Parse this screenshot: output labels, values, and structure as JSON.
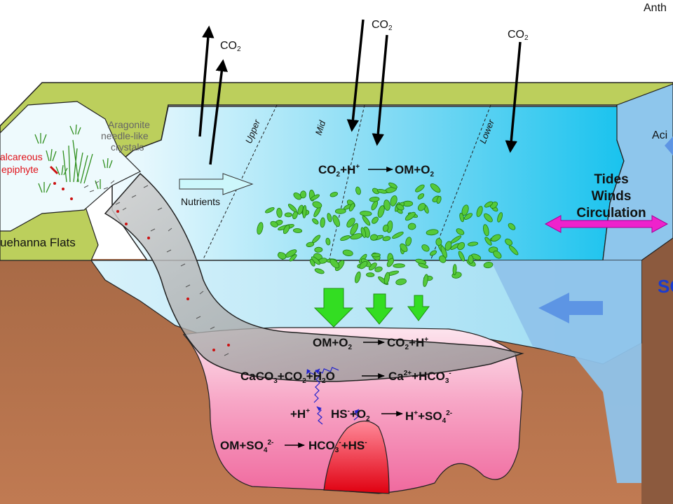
{
  "labels": {
    "anth": "Anth",
    "aci": "Aci",
    "flats": "uehanna Flats",
    "aragonite_1": "Aragonite",
    "aragonite_2": "needle-like",
    "aragonite_3": "crystals",
    "calcareous_1": "alcareous",
    "calcareous_2": "epiphyte",
    "nutrients": "Nutrients",
    "zone_upper": "Upper",
    "zone_mid": "Mid",
    "zone_lower": "Lower",
    "tides": "Tides",
    "winds": "Winds",
    "circulation": "Circulation",
    "edge_so": "SO"
  },
  "co2": {
    "base": "CO",
    "sub": "2"
  },
  "equations": {
    "photosynthesis": {
      "lhs": "CO",
      "lhs_sub": "2",
      "lhs_tail": "+H",
      "lhs_sup": "+",
      "rhs": "OM+O",
      "rhs_sub": "2"
    },
    "respiration": {
      "lhs": "OM+O",
      "lhs_sub": "2",
      "rhs": "CO",
      "rhs_sub": "2",
      "rhs_tail": "+H",
      "rhs_sup": "+"
    },
    "dissolution": {
      "a": "CaCO",
      "a_sub": "3",
      "b": "+CO",
      "b_sub": "2",
      "c": "+H",
      "c_sub": "2",
      "d": "O",
      "rhs_a": "Ca",
      "rhs_sup": "2+",
      "rhs_b": "+HCO",
      "rhs_sub": "3",
      "rhs_sup2": "-"
    },
    "proton": {
      "text": "+H",
      "sup": "+"
    },
    "sulfide_ox": {
      "a": "HS",
      "a_sup": "-",
      "b": "+O",
      "b_sub": "2",
      "rhs_a": "H",
      "rhs_sup": "+",
      "rhs_b": "+SO",
      "rhs_sub": "4",
      "rhs_sup2": "2-"
    },
    "sulfate_red": {
      "a": "OM+SO",
      "a_sub": "4",
      "a_sup": "2-",
      "rhs_a": "HCO",
      "rhs_sub": "3",
      "rhs_sup": "-",
      "rhs_b": "+HS",
      "rhs_sup2": "-"
    }
  },
  "colors": {
    "land": "#b8cc5a",
    "water_light": "#e6f8fd",
    "water_dark": "#1bc3ec",
    "sediment": "#b0704c",
    "pink_zone": "#f27aa8",
    "phytoplankton": "#55c93a",
    "green_arrow": "#33dd22",
    "magenta_arrow": "#ee22cc",
    "blue_arrow": "#4a8fe0",
    "calcareous_red": "#e0131b"
  }
}
